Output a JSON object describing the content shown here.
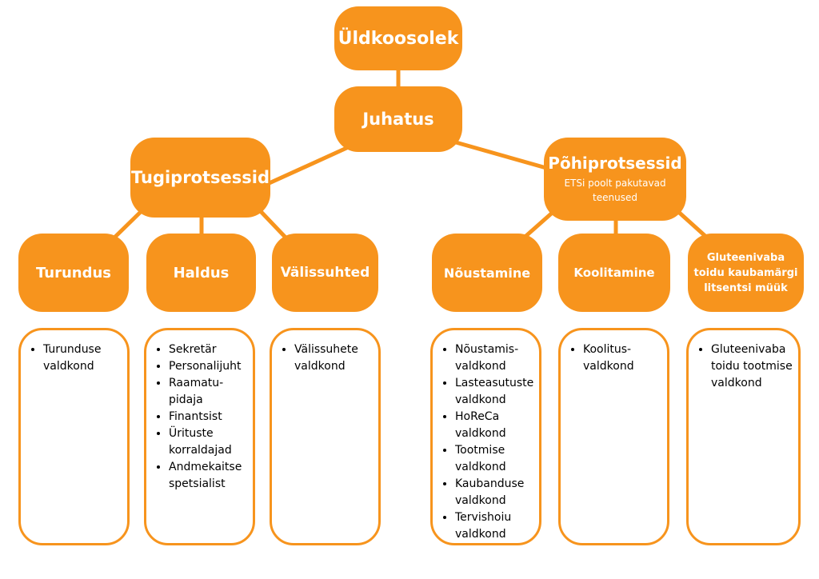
{
  "colors": {
    "accent": "#f7941d",
    "text_on_accent": "#ffffff",
    "card_border": "#f7941d"
  },
  "root": {
    "label": "Üldkoosolek"
  },
  "board": {
    "label": "Juhatus"
  },
  "support": {
    "label": "Tugiprotsessid",
    "children": [
      {
        "label": "Turundus",
        "items": [
          "Turunduse valdkond"
        ]
      },
      {
        "label": "Haldus",
        "items": [
          "Sekretär",
          "Personalijuht",
          "Raamatu-pidaja",
          "Finantsist",
          "Ürituste korraldajad",
          "Andmekaitse spetsialist"
        ]
      },
      {
        "label": "Välissuhted",
        "items": [
          "Välissuhete valdkond"
        ]
      }
    ]
  },
  "core": {
    "label": "Põhiprotsessid",
    "subtitle": "ETSi poolt pakutavad teenused",
    "children": [
      {
        "label": "Nõustamine",
        "items": [
          "Nõustamis-valdkond",
          "Lasteasutuste valdkond",
          "HoReCa valdkond",
          "Tootmise valdkond",
          "Kaubanduse valdkond",
          "Tervishoiu valdkond"
        ]
      },
      {
        "label": "Koolitamine",
        "items": [
          "Koolitus-valdkond"
        ]
      },
      {
        "label": "Gluteenivaba toidu kaubamärgi litsentsi müük",
        "items": [
          "Gluteenivaba toidu tootmise valdkond"
        ]
      }
    ]
  }
}
